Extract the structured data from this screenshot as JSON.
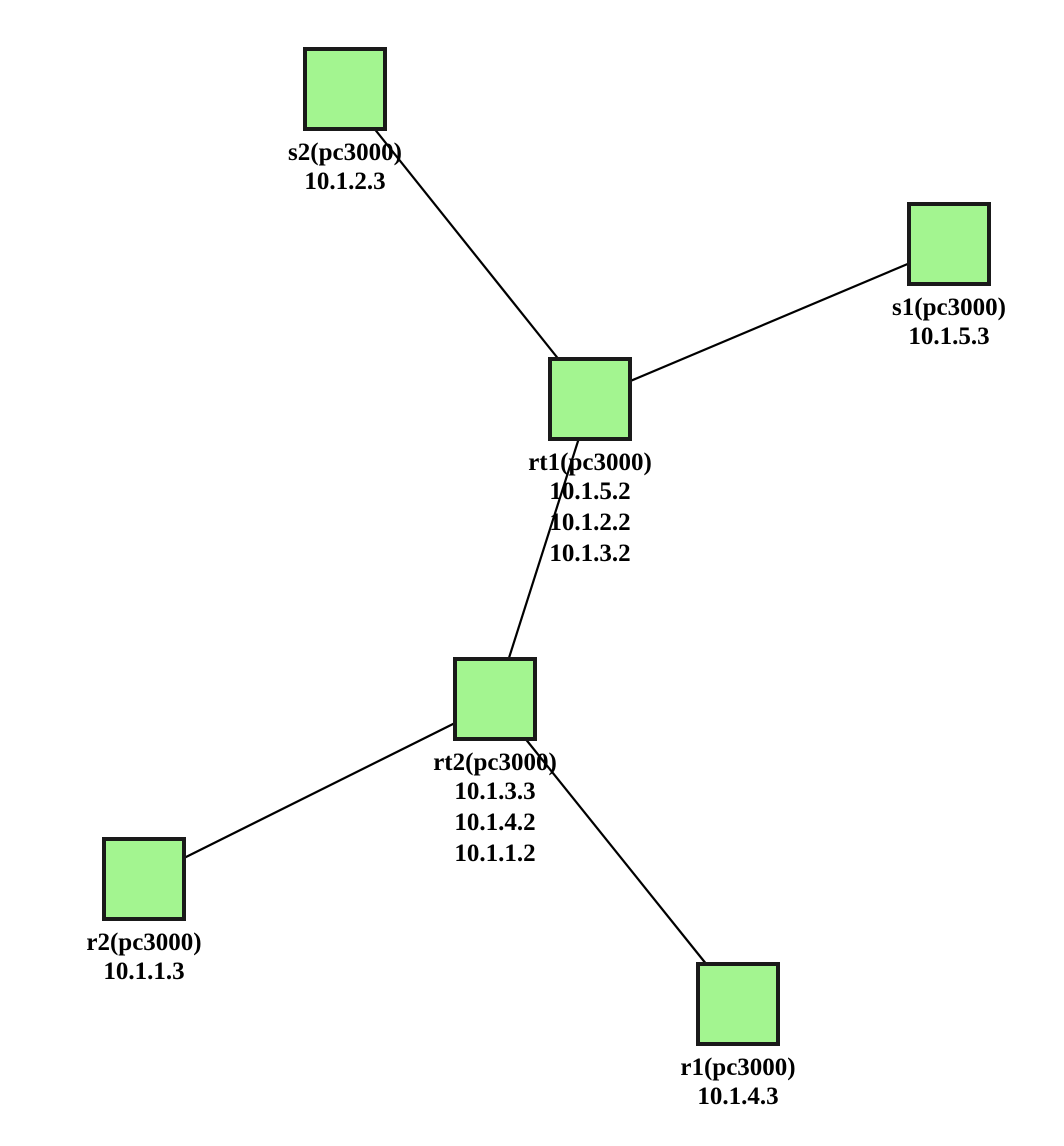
{
  "colors": {
    "node_fill": "#a3f590",
    "node_stroke": "#1a1a1a",
    "link": "#000000"
  },
  "nodes": [
    {
      "id": "s2",
      "label": "s2(pc3000)",
      "addresses": [
        "10.1.2.3"
      ]
    },
    {
      "id": "s1",
      "label": "s1(pc3000)",
      "addresses": [
        "10.1.5.3"
      ]
    },
    {
      "id": "rt1",
      "label": "rt1(pc3000)",
      "addresses": [
        "10.1.5.2",
        "10.1.2.2",
        "10.1.3.2"
      ]
    },
    {
      "id": "rt2",
      "label": "rt2(pc3000)",
      "addresses": [
        "10.1.3.3",
        "10.1.4.2",
        "10.1.1.2"
      ]
    },
    {
      "id": "r2",
      "label": "r2(pc3000)",
      "addresses": [
        "10.1.1.3"
      ]
    },
    {
      "id": "r1",
      "label": "r1(pc3000)",
      "addresses": [
        "10.1.4.3"
      ]
    }
  ],
  "links": [
    {
      "from": "s2",
      "to": "rt1"
    },
    {
      "from": "s1",
      "to": "rt1"
    },
    {
      "from": "rt1",
      "to": "rt2"
    },
    {
      "from": "r2",
      "to": "rt2"
    },
    {
      "from": "r1",
      "to": "rt2"
    }
  ]
}
